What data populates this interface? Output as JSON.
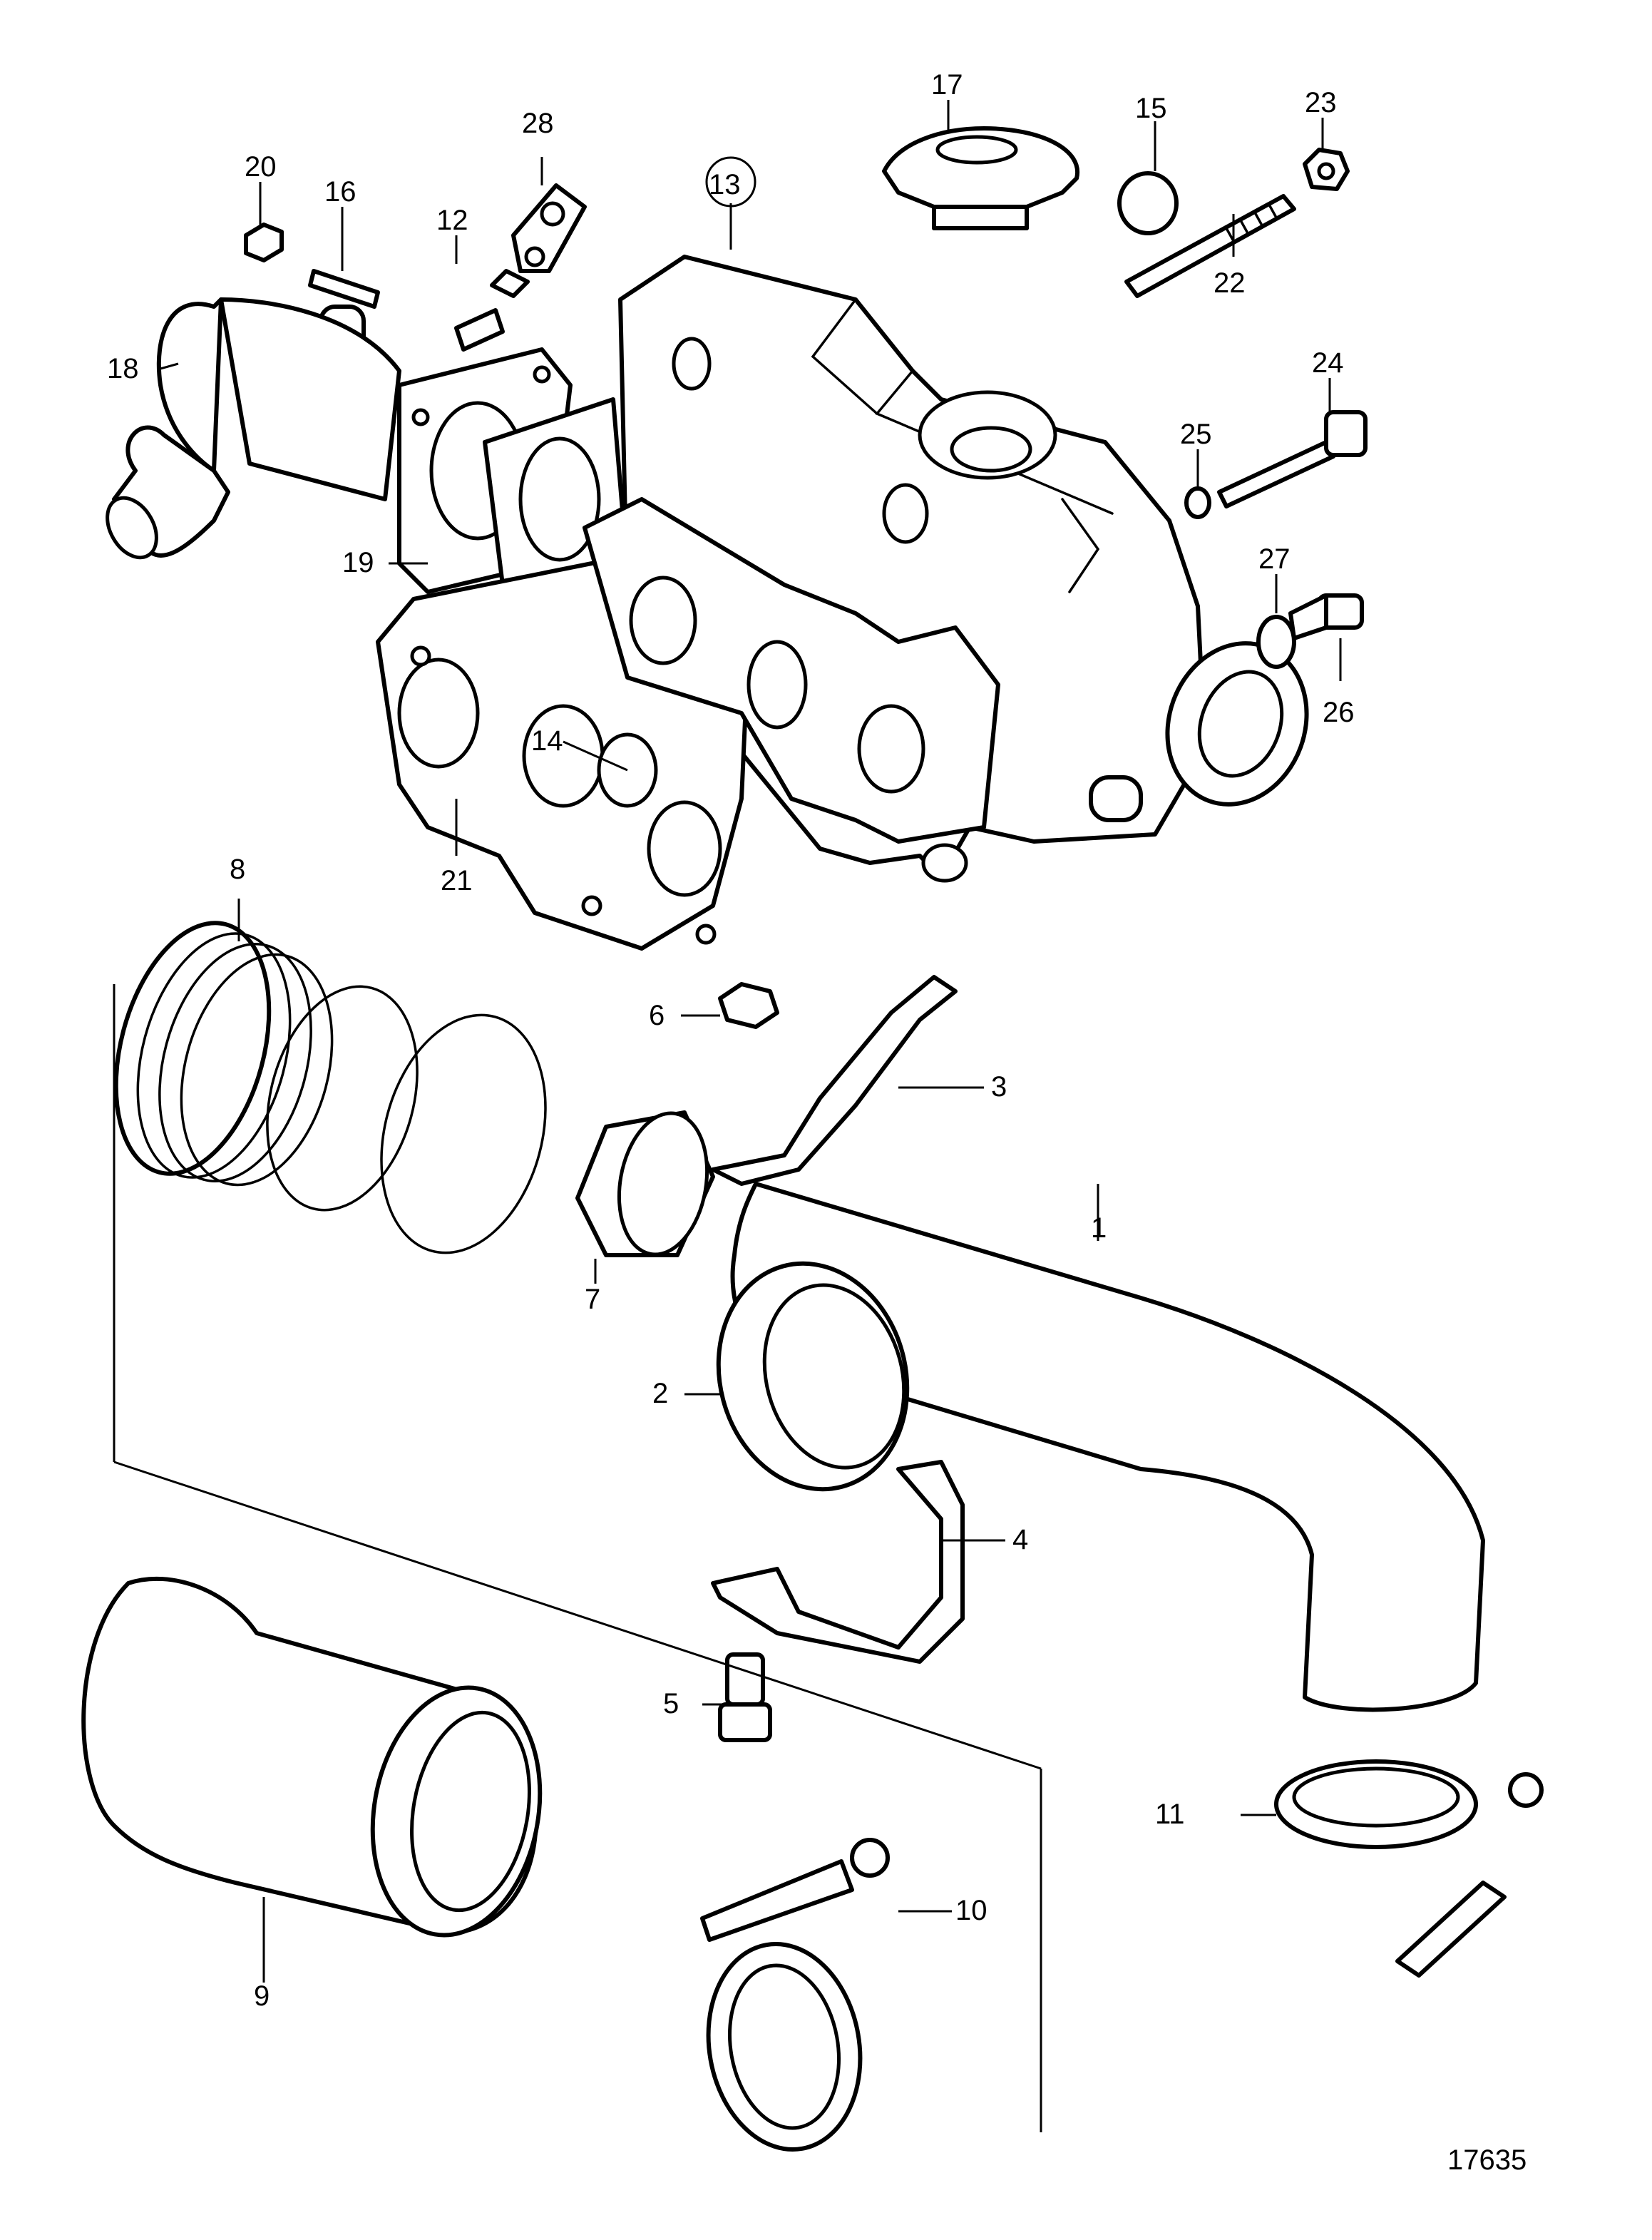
{
  "callouts": {
    "c1": "1",
    "c2": "2",
    "c3": "3",
    "c4": "4",
    "c5": "5",
    "c6": "6",
    "c7": "7",
    "c8": "8",
    "c9": "9",
    "c10": "10",
    "c11": "11",
    "c12": "12",
    "c13": "13",
    "c14": "14",
    "c15": "15",
    "c16": "16",
    "c17": "17",
    "c18": "18",
    "c19": "19",
    "c20": "20",
    "c21": "21",
    "c22": "22",
    "c23": "23",
    "c24": "24",
    "c25": "25",
    "c26": "26",
    "c27": "27",
    "c28": "28"
  },
  "figure_number": "17635"
}
